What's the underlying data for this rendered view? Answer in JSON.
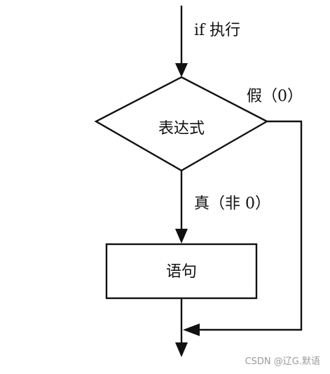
{
  "diagram": {
    "entry_label": "if 执行",
    "condition_label": "表达式",
    "false_label": "假（0）",
    "true_label": "真（非 0）",
    "statement_label": "语句"
  },
  "watermark": {
    "text": "CSDN @辽G.默语"
  },
  "colors": {
    "line": "#111111",
    "background": "#ffffff",
    "watermark": "#9a9a9a"
  }
}
